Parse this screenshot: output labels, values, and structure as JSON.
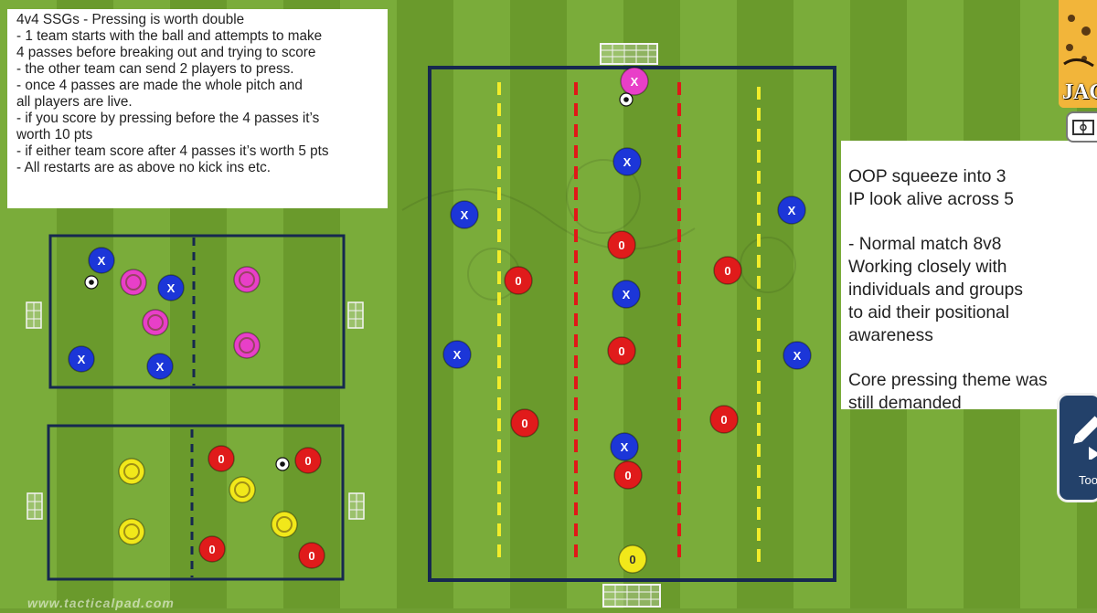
{
  "rules_box": {
    "lines": [
      "4v4 SSGs - Pressing is worth double",
      "- 1 team starts with the ball and attempts to make",
      "4 passes before breaking out and trying to score",
      "- the other team can send 2 players to press.",
      "- once 4 passes are made the whole pitch and",
      "all players are live.",
      "- if you score by pressing before the 4 passes it’s",
      "worth 10 pts",
      "- if either team score after 4 passes it’s worth 5 pts",
      "- All restarts are as above no kick ins etc."
    ]
  },
  "notes_box": {
    "lines": [
      "OOP squeeze into 3",
      "IP look alive across 5",
      "",
      "- Normal match 8v8",
      "Working closely with",
      "individuals and groups",
      "to aid their positional",
      "awareness",
      "",
      "Core pressing theme was",
      "still demanded"
    ]
  },
  "logo": {
    "text": "JAGU",
    "icon": "jaguar-crest-icon"
  },
  "toolbar": {
    "tools_label": "Too",
    "pitch_icon": "pitch-icon",
    "edit_icon": "pencil-icon"
  },
  "watermark": {
    "text": "www.tacticalpad.com"
  },
  "colors": {
    "grass_light": "#7aac3a",
    "grass_dark": "#6a9a2c",
    "pitch_line": "#16284f",
    "blue_player": "#1c36d8",
    "red_player": "#e01b1b",
    "pink_player": "#e83fc8",
    "yellow_player": "#f1e81a",
    "yellow_line": "#f2ec2a",
    "red_line": "#e01818"
  },
  "markers": {
    "blue": "X",
    "red": "0",
    "pink_main": "X",
    "yellow_main": "0"
  }
}
